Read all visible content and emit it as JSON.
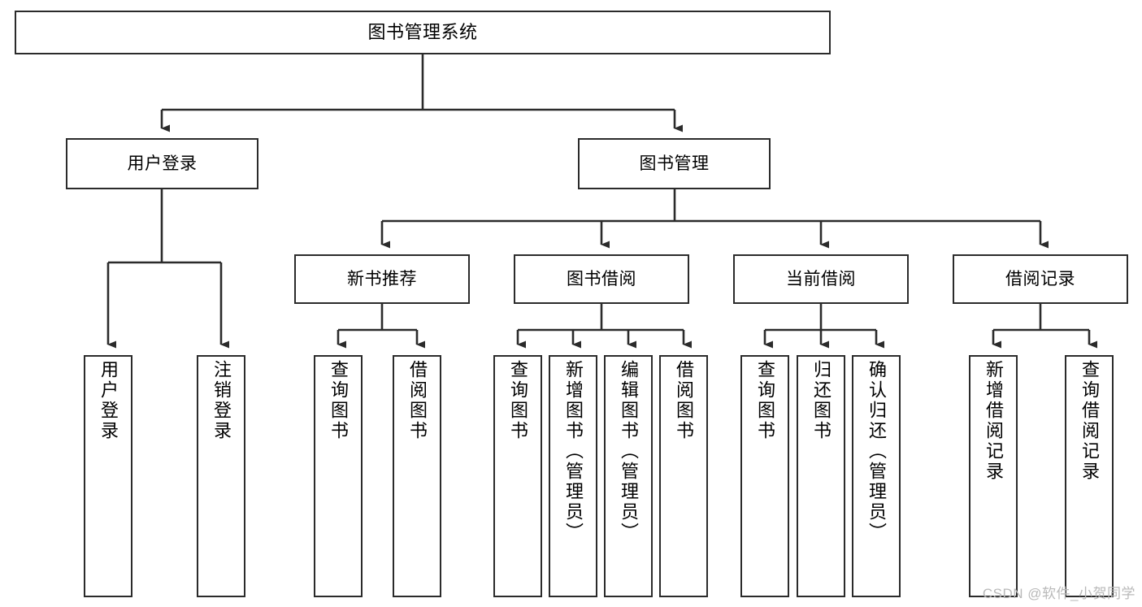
{
  "diagram": {
    "title": "图书管理系统",
    "type": "tree-hierarchy-chart",
    "stroke_color": "#2b2b2b",
    "fill_color": "#ffffff",
    "watermark": "CSDN @软件_小贺同学"
  },
  "nodes": {
    "root": {
      "label": "图书管理系统"
    },
    "level2": [
      {
        "label": "用户登录"
      },
      {
        "label": "图书管理"
      }
    ],
    "level3": [
      {
        "label": "新书推荐"
      },
      {
        "label": "图书借阅"
      },
      {
        "label": "当前借阅"
      },
      {
        "label": "借阅记录"
      }
    ],
    "leaves_user_login": [
      {
        "label": "用户登录"
      },
      {
        "label": "注销登录"
      }
    ],
    "leaves_new_book": [
      {
        "label": "查询图书"
      },
      {
        "label": "借阅图书"
      }
    ],
    "leaves_borrow": [
      {
        "label": "查询图书"
      },
      {
        "label": "新增图书（管理员）"
      },
      {
        "label": "编辑图书（管理员）"
      },
      {
        "label": "借阅图书"
      }
    ],
    "leaves_current": [
      {
        "label": "查询图书"
      },
      {
        "label": "归还图书"
      },
      {
        "label": "确认归还（管理员）"
      }
    ],
    "leaves_records": [
      {
        "label": "新增借阅记录"
      },
      {
        "label": "查询借阅记录"
      }
    ]
  }
}
